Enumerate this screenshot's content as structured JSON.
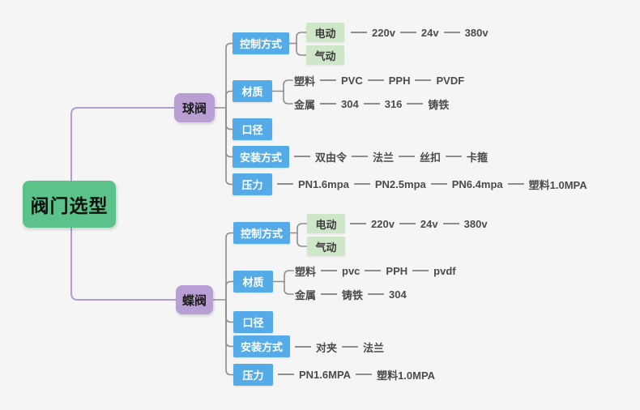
{
  "app": {
    "type": "mind-map-canvas"
  },
  "colors": {
    "canvas_background": "#f5f5f6",
    "root_green": "#5bc289",
    "branch_purple": "#b79fd4",
    "topic_blue": "#55abe8",
    "leaf_green": "#cde7c8",
    "connector_gray": "#8e8e8e",
    "connector_purple": "#b49cd2",
    "text_dark": "#4b4b4b"
  },
  "root": {
    "label": "阀门选型"
  },
  "ball": {
    "label": "球阀",
    "control": {
      "label": "控制方式",
      "electric": {
        "label": "电动",
        "chain": [
          "220v",
          "24v",
          "380v"
        ]
      },
      "pneumatic": {
        "label": "气动"
      }
    },
    "material": {
      "label": "材质",
      "plastic": {
        "label": "塑料",
        "chain": [
          "PVC",
          "PPH",
          "PVDF"
        ]
      },
      "metal": {
        "label": "金属",
        "chain": [
          "304",
          "316",
          "铸铁"
        ]
      }
    },
    "diameter": {
      "label": "口径"
    },
    "install": {
      "label": "安装方式",
      "chain": [
        "双由令",
        "法兰",
        "丝扣",
        "卡箍"
      ]
    },
    "pressure": {
      "label": "压力",
      "chain": [
        "PN1.6mpa",
        "PN2.5mpa",
        "PN6.4mpa",
        "塑料1.0MPA"
      ]
    }
  },
  "butterfly": {
    "label": "蝶阀",
    "control": {
      "label": "控制方式",
      "electric": {
        "label": "电动",
        "chain": [
          "220v",
          "24v",
          "380v"
        ]
      },
      "pneumatic": {
        "label": "气动"
      }
    },
    "material": {
      "label": "材质",
      "plastic": {
        "label": "塑料",
        "chain": [
          "pvc",
          "PPH",
          "pvdf"
        ]
      },
      "metal": {
        "label": "金属",
        "chain": [
          "铸铁",
          "304"
        ]
      }
    },
    "diameter": {
      "label": "口径"
    },
    "install": {
      "label": "安装方式",
      "chain": [
        "对夹",
        "法兰"
      ]
    },
    "pressure": {
      "label": "压力",
      "chain": [
        "PN1.6MPA",
        "塑料1.0MPA"
      ]
    }
  }
}
